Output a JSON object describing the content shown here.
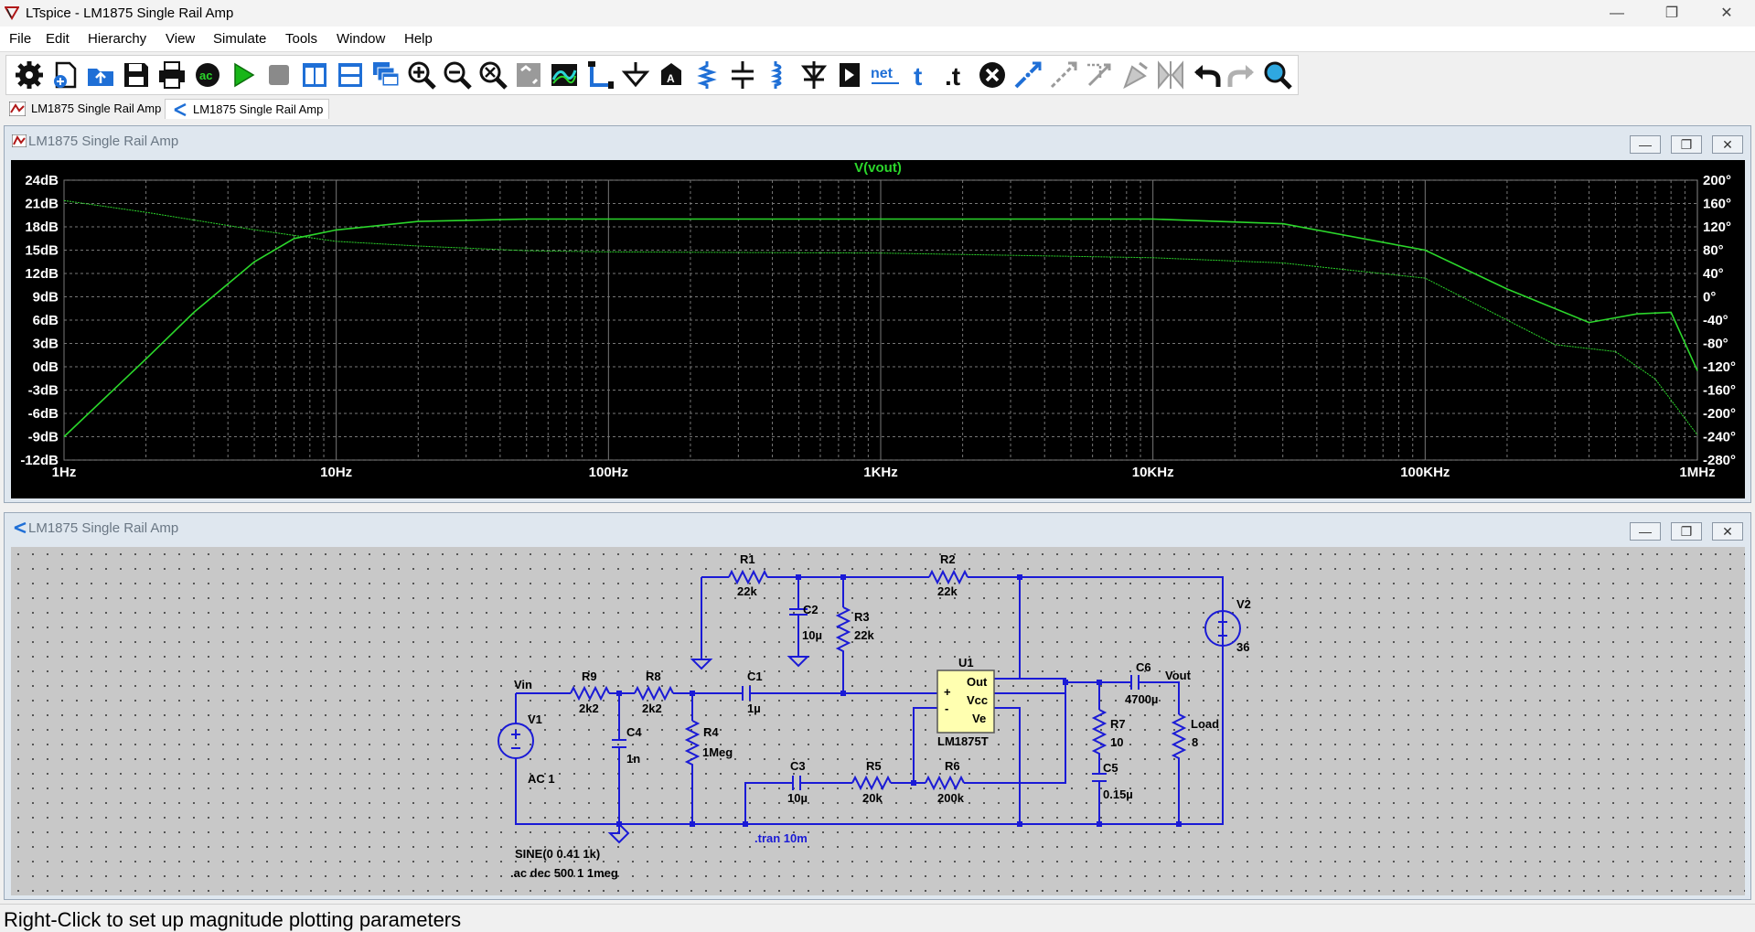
{
  "window": {
    "title": "LTspice - LM1875 Single Rail Amp",
    "minimize": "—",
    "restore": "❐",
    "close": "✕"
  },
  "menu": [
    "File",
    "Edit",
    "Hierarchy",
    "View",
    "Simulate",
    "Tools",
    "Window",
    "Help"
  ],
  "toolbar": [
    "settings-icon",
    "new-schematic-icon",
    "open-icon",
    "save-icon",
    "print-icon",
    "ac-analysis-icon",
    "run-icon",
    "stop-icon",
    "tile-vertical-icon",
    "tile-horizontal-icon",
    "cascade-icon",
    "zoom-in-icon",
    "zoom-out-icon",
    "zoom-fit-icon",
    "zoom-area-icon",
    "autoscale-icon",
    "wire-icon",
    "ground-icon",
    "label-net-icon",
    "resistor-icon",
    "capacitor-icon",
    "inductor-icon",
    "diode-icon",
    "component-icon",
    "net-icon",
    "text-icon",
    "spice-directive-icon",
    "delete-icon",
    "move-icon",
    "drag-icon",
    "mirror-icon",
    "rotate-icon",
    "flip-icon",
    "undo-icon",
    "redo-icon",
    "find-icon"
  ],
  "tabs": [
    "LM1875 Single Rail Amp",
    "LM1875 Single Rail Amp"
  ],
  "plotWindow": {
    "caption": "LM1875 Single Rail Amp",
    "trace": "V(vout)"
  },
  "schematicWindow": {
    "caption": "LM1875 Single Rail Amp"
  },
  "chart_data": {
    "type": "line",
    "title": "V(vout)",
    "x_scale": "log",
    "xlim": [
      1,
      1000000
    ],
    "x_ticks": [
      "1Hz",
      "10Hz",
      "100Hz",
      "1KHz",
      "10KHz",
      "100KHz",
      "1MHz"
    ],
    "ylim": [
      -12,
      24
    ],
    "y_ticks": [
      "24dB",
      "21dB",
      "18dB",
      "15dB",
      "12dB",
      "9dB",
      "6dB",
      "3dB",
      "0dB",
      "-3dB",
      "-6dB",
      "-9dB",
      "-12dB"
    ],
    "y2lim": [
      -280,
      200
    ],
    "y2_ticks": [
      "200°",
      "160°",
      "120°",
      "80°",
      "40°",
      "0°",
      "-40°",
      "-80°",
      "-120°",
      "-160°",
      "-200°",
      "-240°",
      "-280°"
    ],
    "grid": true,
    "trace_color": "#2bd62b",
    "series": [
      {
        "x": [
          1,
          2,
          3,
          5,
          7,
          10,
          20,
          50,
          100,
          1000,
          10000,
          30000,
          100000,
          200000,
          400000,
          600000,
          800000,
          1000000
        ],
        "values": [
          -9,
          1,
          7,
          13.5,
          16.5,
          17.6,
          18.7,
          19,
          19,
          19,
          19,
          18.4,
          15,
          10,
          5.7,
          6.8,
          7,
          -0.5
        ],
        "axis": "left"
      },
      {
        "x": [
          1,
          2,
          5,
          10,
          20,
          50,
          100,
          1000,
          10000,
          30000,
          100000,
          300000,
          500000,
          700000,
          1000000
        ],
        "values": [
          165,
          145,
          115,
          95,
          87,
          79,
          77,
          75,
          67,
          58,
          32,
          -82,
          -94,
          -141,
          -237
        ],
        "axis": "right"
      }
    ]
  },
  "schematic": {
    "components": [
      {
        "ref": "R1",
        "value": "22k"
      },
      {
        "ref": "R2",
        "value": "22k"
      },
      {
        "ref": "R3",
        "value": "22k"
      },
      {
        "ref": "C2",
        "value": "10µ"
      },
      {
        "ref": "V2",
        "value": "36"
      },
      {
        "ref": "U1",
        "value": "LM1875T"
      },
      {
        "ref": "R9",
        "value": "2k2"
      },
      {
        "ref": "R8",
        "value": "2k2"
      },
      {
        "ref": "C1",
        "value": "1µ"
      },
      {
        "ref": "V1",
        "value": "AC 1"
      },
      {
        "ref": "C4",
        "value": "1n"
      },
      {
        "ref": "R4",
        "value": "1Meg"
      },
      {
        "ref": "C3",
        "value": "10µ"
      },
      {
        "ref": "R5",
        "value": "20k"
      },
      {
        "ref": "R6",
        "value": "200k"
      },
      {
        "ref": "R7",
        "value": "10"
      },
      {
        "ref": "C5",
        "value": "0.15µ"
      },
      {
        "ref": "C6",
        "value": "4700µ"
      },
      {
        "ref": "Load",
        "value": "8"
      }
    ],
    "opamp_pins": {
      "out": "Out",
      "vcc": "Vcc",
      "ve": "Ve",
      "plus": "+",
      "minus": "-"
    },
    "net_labels": {
      "vin": "Vin",
      "vout": "Vout"
    },
    "source_spec": "SINE(0 0.41 1k)",
    "directives": {
      "tran": ".tran 10m",
      "ac": ".ac dec 500 1 1meg"
    }
  },
  "status": "Right-Click to set up magnitude plotting parameters"
}
